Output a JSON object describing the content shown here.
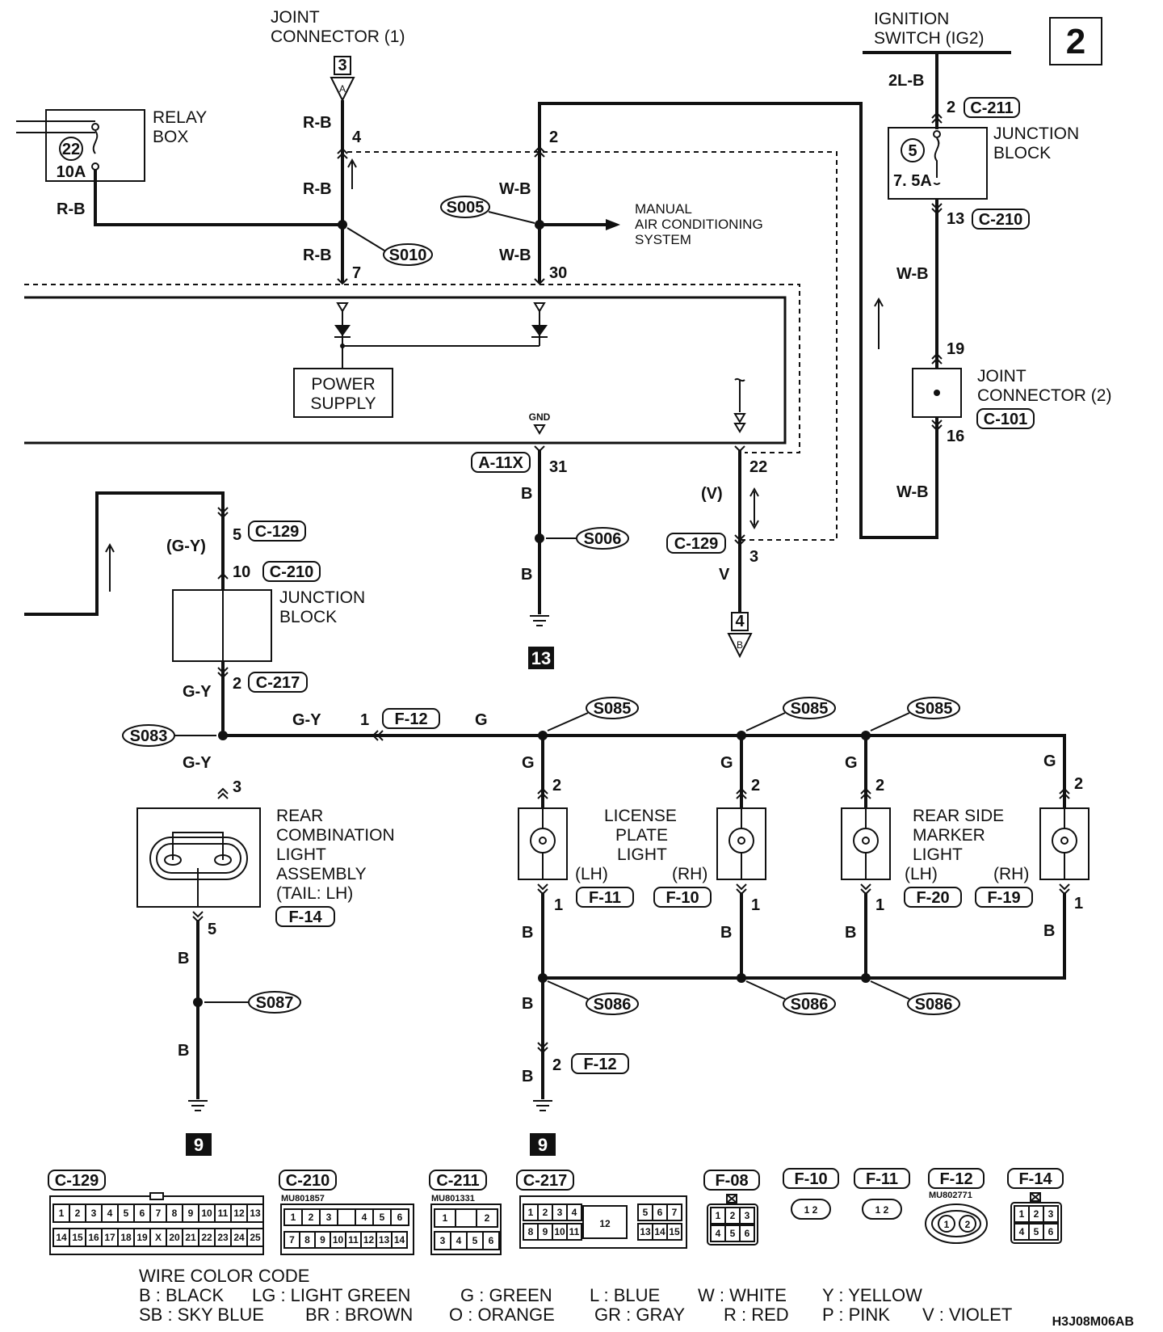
{
  "page_number": "2",
  "drawing_code": "H3J08M06AB",
  "components": {
    "joint_connector_1": {
      "line1": "JOINT",
      "line2": "CONNECTOR (1)",
      "ref": "3",
      "ref_letter": "A"
    },
    "ignition_switch": {
      "line1": "IGNITION",
      "line2": "SWITCH (IG2)"
    },
    "relay_box": {
      "line1": "RELAY",
      "line2": "BOX",
      "fuse_no": "22",
      "rating": "10A"
    },
    "junction_block_top": {
      "line1": "JUNCTION",
      "line2": "BLOCK",
      "fuse_no": "5",
      "rating": "7. 5A"
    },
    "joint_connector_2": {
      "line1": "JOINT",
      "line2": "CONNECTOR (2)",
      "conn": "C-101"
    },
    "power_supply": {
      "line1": "POWER",
      "line2": "SUPPLY"
    },
    "manual_ac": {
      "line1": "MANUAL",
      "line2": "AIR CONDITIONING",
      "line3": "SYSTEM"
    },
    "junction_block_mid": {
      "line1": "JUNCTION",
      "line2": "BLOCK"
    },
    "rear_combination": {
      "line1": "REAR",
      "line2": "COMBINATION",
      "line3": "LIGHT",
      "line4": "ASSEMBLY",
      "line5": "(TAIL: LH)",
      "conn": "F-14"
    },
    "license_plate": {
      "line1": "LICENSE",
      "line2": "PLATE",
      "line3": "LIGHT",
      "lh": "(LH)",
      "rh": "(RH)",
      "conn_lh": "F-11",
      "conn_rh": "F-10"
    },
    "rear_side_marker": {
      "line1": "REAR SIDE",
      "line2": "MARKER",
      "line3": "LIGHT",
      "lh": "(LH)",
      "rh": "(RH)",
      "conn_lh": "F-20",
      "conn_rh": "F-19"
    },
    "ground_13": "13",
    "ground_9a": "9",
    "ground_9b": "9",
    "ref4": {
      "num": "4",
      "letter": "B"
    },
    "gnd_label": "GND"
  },
  "wires": {
    "rb_a": "R-B",
    "rb_b": "R-B",
    "rb_c": "R-B",
    "rb_d": "R-B",
    "wb_a": "W-B",
    "wb_b": "W-B",
    "wb_c": "W-B",
    "wb_d": "W-B",
    "lb": "2L-B",
    "b_a": "B",
    "b_b": "B",
    "v_paren": "(V)",
    "v": "V",
    "gy_paren": "(G-Y)",
    "gy_a": "G-Y",
    "gy_b": "G-Y",
    "gy_c": "G-Y",
    "g_a": "G",
    "g_b": "G",
    "g_c": "G",
    "g_d": "G",
    "g_e": "G",
    "b_c": "B",
    "b_d": "B",
    "b_e": "B",
    "b_f": "B",
    "b_g": "B",
    "b_h": "B",
    "b_i": "B",
    "b_j": "B"
  },
  "pins": {
    "p4": "4",
    "p7": "7",
    "p2a": "2",
    "p30": "30",
    "p31": "31",
    "p22": "22",
    "p3a": "3",
    "p2b": "2",
    "p13": "13",
    "p19": "19",
    "p16": "16",
    "p5": "5",
    "p10": "10",
    "p2c": "2",
    "p1a": "1",
    "p3b": "3",
    "p5b": "5",
    "p2d": "2",
    "p2e": "2",
    "p2f": "2",
    "p2g": "2",
    "p1b": "1",
    "p1c": "1",
    "p1d": "1",
    "p1e": "1",
    "p2h": "2"
  },
  "connectors": {
    "c211": "C-211",
    "c210a": "C-210",
    "a11x": "A-11X",
    "c129a": "C-129",
    "c129b": "C-129",
    "c210b": "C-210",
    "c217": "C-217",
    "f12a": "F-12",
    "f12b": "F-12"
  },
  "splices": {
    "s005": "S005",
    "s010": "S010",
    "s006": "S006",
    "s083": "S083",
    "s085a": "S085",
    "s085b": "S085",
    "s085c": "S085",
    "s086a": "S086",
    "s086b": "S086",
    "s086c": "S086",
    "s087": "S087"
  },
  "connector_views": {
    "c129": {
      "label": "C-129",
      "row1": [
        "1",
        "2",
        "3",
        "4",
        "5",
        "6",
        "7",
        "8",
        "9",
        "10",
        "11",
        "12",
        "13"
      ],
      "row2": [
        "14",
        "15",
        "16",
        "17",
        "18",
        "19",
        "X",
        "20",
        "21",
        "22",
        "23",
        "24",
        "25"
      ]
    },
    "c210": {
      "label": "C-210",
      "part": "MU801857",
      "row1": [
        "1",
        "2",
        "3",
        "",
        "4",
        "5",
        "6"
      ],
      "row2": [
        "7",
        "8",
        "9",
        "10",
        "11",
        "12",
        "13",
        "14"
      ]
    },
    "c211": {
      "label": "C-211",
      "part": "MU801331",
      "row1": [
        "1",
        "",
        "2"
      ],
      "row2": [
        "3",
        "4",
        "5",
        "6"
      ]
    },
    "c217": {
      "label": "C-217",
      "row1": [
        "1",
        "2",
        "3",
        "4",
        "5",
        "6",
        "7"
      ],
      "row2": [
        "8",
        "9",
        "10",
        "11",
        "13",
        "14",
        "15"
      ],
      "center": "12"
    },
    "f08": {
      "label": "F-08",
      "row1": [
        "1",
        "2",
        "3"
      ],
      "row2": [
        "4",
        "5",
        "6"
      ]
    },
    "f10": {
      "label": "F-10",
      "pins": "1 2"
    },
    "f11": {
      "label": "F-11",
      "pins": "1 2"
    },
    "f12": {
      "label": "F-12",
      "part": "MU802771",
      "p1": "1",
      "p2": "2"
    },
    "f14": {
      "label": "F-14",
      "row1": [
        "1",
        "2",
        "3"
      ],
      "row2": [
        "4",
        "5",
        "6"
      ]
    }
  },
  "legend": {
    "title": "WIRE COLOR CODE",
    "row1": [
      "B : BLACK",
      "LG : LIGHT GREEN",
      "G : GREEN",
      "L : BLUE",
      "W : WHITE",
      "Y : YELLOW"
    ],
    "row2": [
      "SB : SKY BLUE",
      "BR : BROWN",
      "O : ORANGE",
      "GR : GRAY",
      "R : RED",
      "P : PINK",
      "V : VIOLET"
    ]
  }
}
